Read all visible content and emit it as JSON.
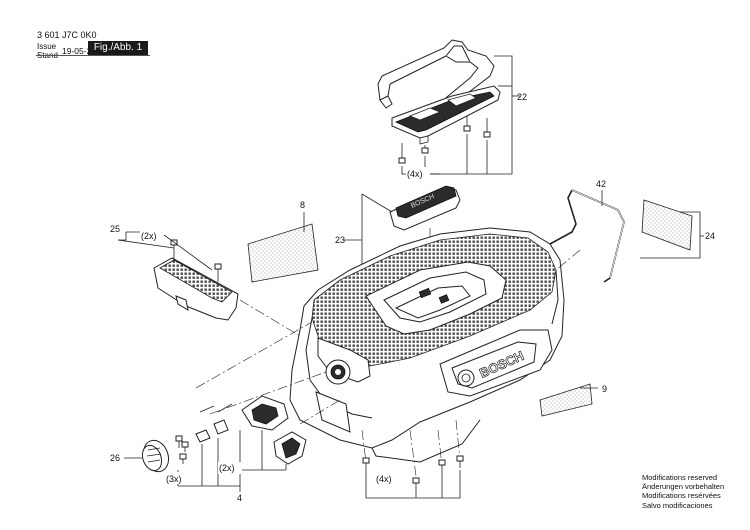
{
  "header": {
    "part_number": "3 601 J7C 0K0",
    "issue_label_en": "Issue",
    "issue_label_de": "Stand",
    "issue_date": "19-05-29",
    "figure_label": "Fig./Abb. 1"
  },
  "callouts": {
    "c22": "22",
    "c8": "8",
    "c23": "23",
    "c42": "42",
    "c24": "24",
    "c25": "25",
    "c9": "9",
    "c26": "26",
    "c4": "4",
    "qty_4x_top": "(4x)",
    "qty_2x_25": "(2x)",
    "qty_2x_4": "(2x)",
    "qty_3x": "(3x)",
    "qty_4x_bottom": "(4x)"
  },
  "brand": {
    "logo_text": "BOSCH"
  },
  "notes": [
    "Modifications reserved",
    "Änderungen vorbehalten",
    "Modifications resérvées",
    "Salvo modificaciones"
  ]
}
